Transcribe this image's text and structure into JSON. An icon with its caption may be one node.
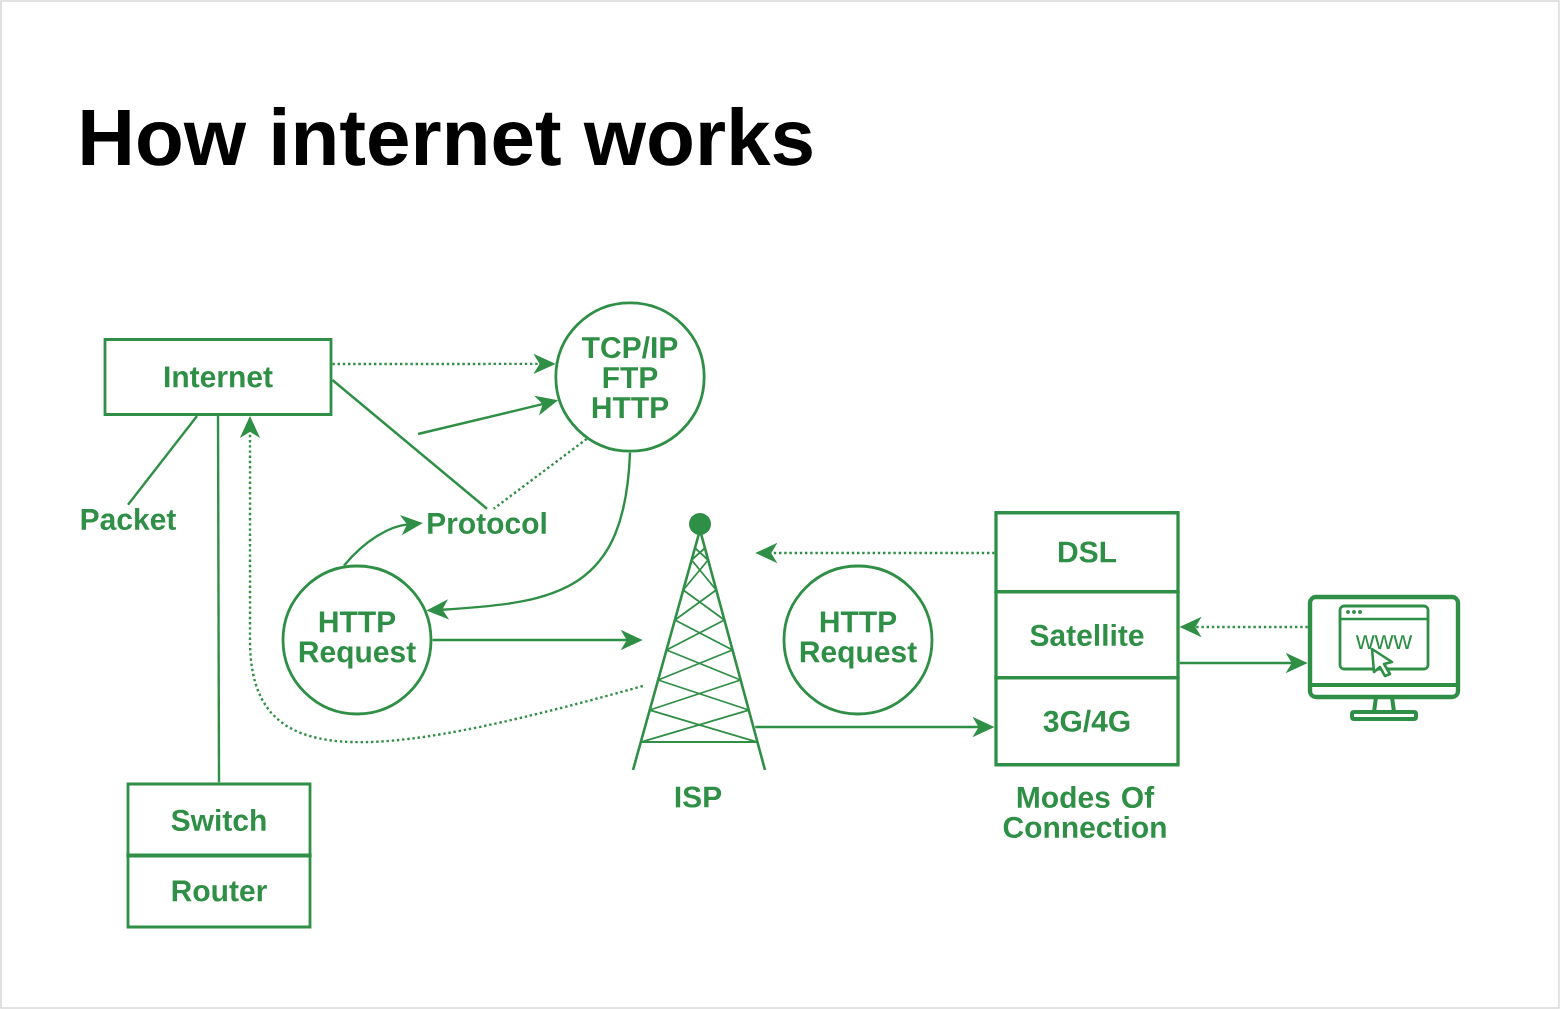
{
  "diagram": {
    "title": "How internet works",
    "nodes": [
      {
        "text": [
          "Internet"
        ]
      },
      {
        "text": [
          "TCP/IP",
          "FTP",
          "HTTP"
        ]
      },
      {
        "text": [
          "Packet"
        ]
      },
      {
        "text": [
          "Protocol"
        ]
      },
      {
        "text": [
          "HTTP Request"
        ]
      },
      {
        "text": [
          "ISP"
        ]
      },
      {
        "text": [
          "HTTP Request"
        ]
      },
      {
        "text": [
          "Modes Of Connection"
        ]
      },
      {
        "text": [
          "DSL"
        ],
        "in": 7
      },
      {
        "text": [
          "Satellite"
        ],
        "in": 7
      },
      {
        "text": [
          "3G/4G"
        ],
        "in": 7
      },
      {
        "text": [
          "Switch"
        ]
      },
      {
        "text": [
          "Router"
        ]
      },
      {
        "text": [
          "www"
        ]
      }
    ],
    "edges": [
      {
        "from": 0,
        "to": 1,
        "arrow": "to",
        "style": "dashed"
      },
      {
        "from": null,
        "to": 1,
        "arrow": "to"
      },
      {
        "from": 0,
        "to": 3,
        "arrow": "none"
      },
      {
        "from": 1,
        "to": 3,
        "arrow": "none",
        "style": "dashed"
      },
      {
        "from": 2,
        "to": 0,
        "arrow": "none"
      },
      {
        "from": 0,
        "to": 11,
        "arrow": "none"
      },
      {
        "from": 4,
        "to": 3,
        "arrow": "to"
      },
      {
        "from": 1,
        "to": 4,
        "arrow": "to"
      },
      {
        "from": 4,
        "to": 5,
        "arrow": "to"
      },
      {
        "from": 5,
        "to": 0,
        "arrow": "to",
        "style": "dashed"
      },
      {
        "from": 8,
        "to": 5,
        "arrow": "to",
        "style": "dashed"
      },
      {
        "from": 5,
        "to": 10,
        "arrow": "to"
      },
      {
        "from": 13,
        "to": 9,
        "arrow": "to",
        "style": "dashed"
      },
      {
        "from": 9,
        "to": 13,
        "arrow": "to"
      }
    ]
  }
}
